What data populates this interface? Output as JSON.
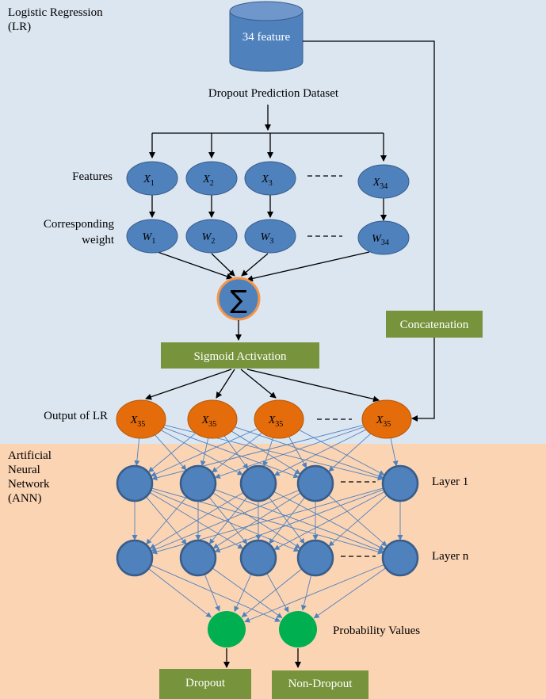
{
  "sections": {
    "lr_title_line1": "Logistic Regression",
    "lr_title_line2": "(LR)",
    "ann_title_lines": [
      "Artificial",
      "Neural",
      "Network",
      "(ANN)"
    ]
  },
  "dataset": {
    "cylinder_label": "34 feature",
    "name": "Dropout Prediction Dataset"
  },
  "row_labels": {
    "features": "Features",
    "weight_line1": "Corresponding",
    "weight_line2": "weight",
    "output": "Output of LR",
    "layer1": "Layer 1",
    "layern": "Layer n",
    "probability": "Probability Values"
  },
  "features": [
    {
      "var": "X",
      "sub": "1"
    },
    {
      "var": "X",
      "sub": "2"
    },
    {
      "var": "X",
      "sub": "3"
    },
    {
      "var": "X",
      "sub": "34"
    }
  ],
  "weights": [
    {
      "var": "W",
      "sub": "1"
    },
    {
      "var": "W",
      "sub": "2"
    },
    {
      "var": "W",
      "sub": "3"
    },
    {
      "var": "W",
      "sub": "34"
    }
  ],
  "outputs": [
    {
      "var": "X",
      "sub": "35"
    },
    {
      "var": "X",
      "sub": "35"
    },
    {
      "var": "X",
      "sub": "35"
    },
    {
      "var": "X",
      "sub": "35"
    }
  ],
  "boxes": {
    "sigmoid": "Sigmoid Activation",
    "concatenation": "Concatenation",
    "dropout": "Dropout",
    "non_dropout": "Non-Dropout"
  },
  "sum_symbol": "∑",
  "colors": {
    "lr_background": "#dce6f1",
    "ann_background": "#fbd4b4",
    "node_blue": "#4f81bd",
    "node_blue_stroke": "#385d8a",
    "node_orange": "#e46c0a",
    "node_green": "#00b050",
    "box_green": "#77933c",
    "sum_ring": "#f79646"
  }
}
